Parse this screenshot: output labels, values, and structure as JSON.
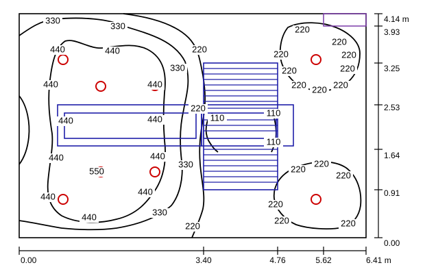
{
  "colors": {
    "frame": "#000000",
    "contour": "#000000",
    "luminaire": "#cc0000",
    "window": "#1e1ea8",
    "marker": "#7a3aa8"
  },
  "axes": {
    "x_ticks": [
      "0.00",
      "3.40",
      "4.76",
      "5.62",
      "6.41 m"
    ],
    "y_ticks": [
      "4.14 m",
      "3.93",
      "3.25",
      "2.53",
      "1.64",
      "0.91",
      "0.00"
    ]
  },
  "contour_labels": [
    "330",
    "330",
    "440",
    "440",
    "220",
    "440",
    "330",
    "440",
    "440",
    "220",
    "440",
    "440",
    "110",
    "440",
    "440",
    "550",
    "330",
    "440",
    "330",
    "440",
    "220",
    "220",
    "220",
    "220",
    "220",
    "220",
    "220",
    "220",
    "220",
    "220",
    "110",
    "110",
    "220",
    "220",
    "220",
    "220",
    "220",
    "220",
    "220"
  ]
}
